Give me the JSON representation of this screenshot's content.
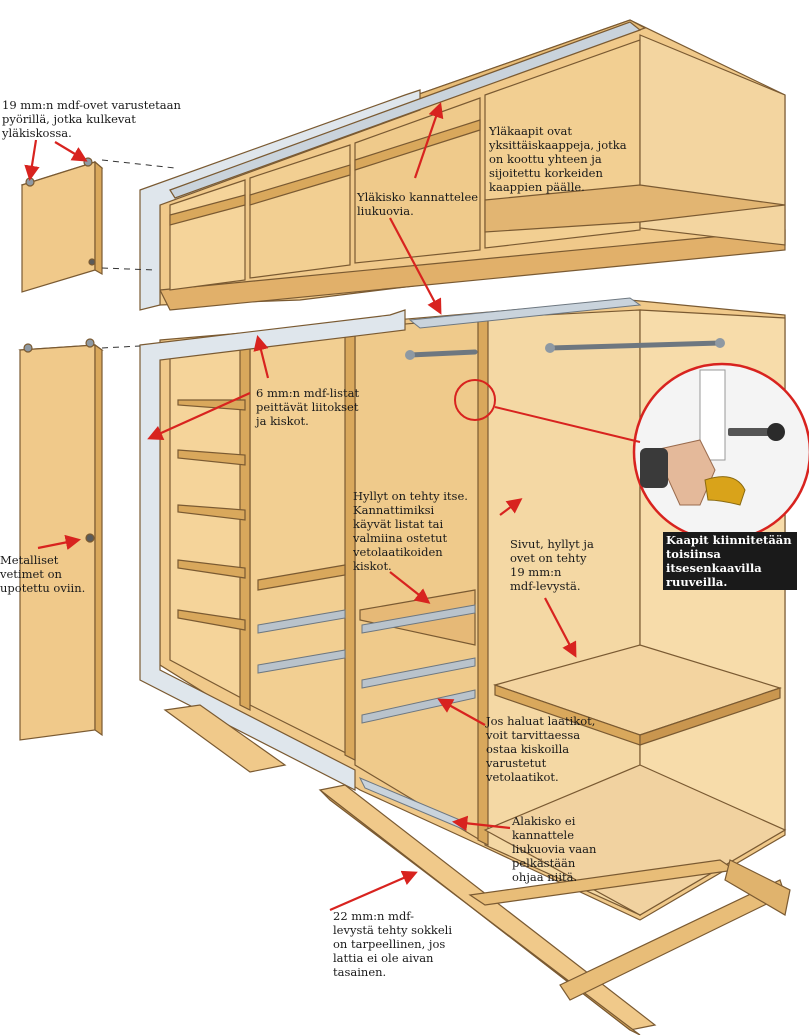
{
  "labels": {
    "doors_wheels": "19 mm:n mdf-ovet varustetaan\npyörillä, jotka kulkevat\nyläkiskossa.",
    "upper_rail": "Yläkisko kannattelee\nliukuovia.",
    "upper_cabinets": "Yläkaapit ovat\nyksittäiskaappeja, jotka\non koottu yhteen ja\nsijoitettu korkeiden\nkaappien päälle.",
    "strips": "6 mm:n mdf-listat\npeittävät liitokset\nja kiskot.",
    "shelves": "Hyllyt on tehty itse.\nKannattimiksi\nkäyvät listat tai\nvalmiina ostetut\nvetolaatikoiden\nkiskot.",
    "handles": "Metalliset\nvetimet on\nupotettu oviin.",
    "sides": "Sivut, hyllyt ja\novet on tehty\n19 mm:n\nmdf-levystä.",
    "screws": "Kaapit kiinnitetään\ntoisiinsa\nitsesenkaavilla\nruuveilla.",
    "drawers": "Jos haluat laatikot,\nvoit tarvittaessa\nostaa kiskoilla\nvarustetut\nvetolaatikot.",
    "lower_rail": "Alakisko ei\nkannattele\nliukuovia vaan\npelkästään\nohjaa niitä.",
    "plinth": "22 mm:n mdf-\nlevystä tehty sokkeli\non tarpeellinen, jos\nlattia ei ole aivan\ntasainen."
  },
  "colors": {
    "wood": "#f0c98a",
    "wood_dark": "#d9a85c",
    "wood_light": "#f7dcaa",
    "outline": "#7a5a32",
    "arrow": "#d8231f",
    "rail": "#c9d3dc"
  }
}
